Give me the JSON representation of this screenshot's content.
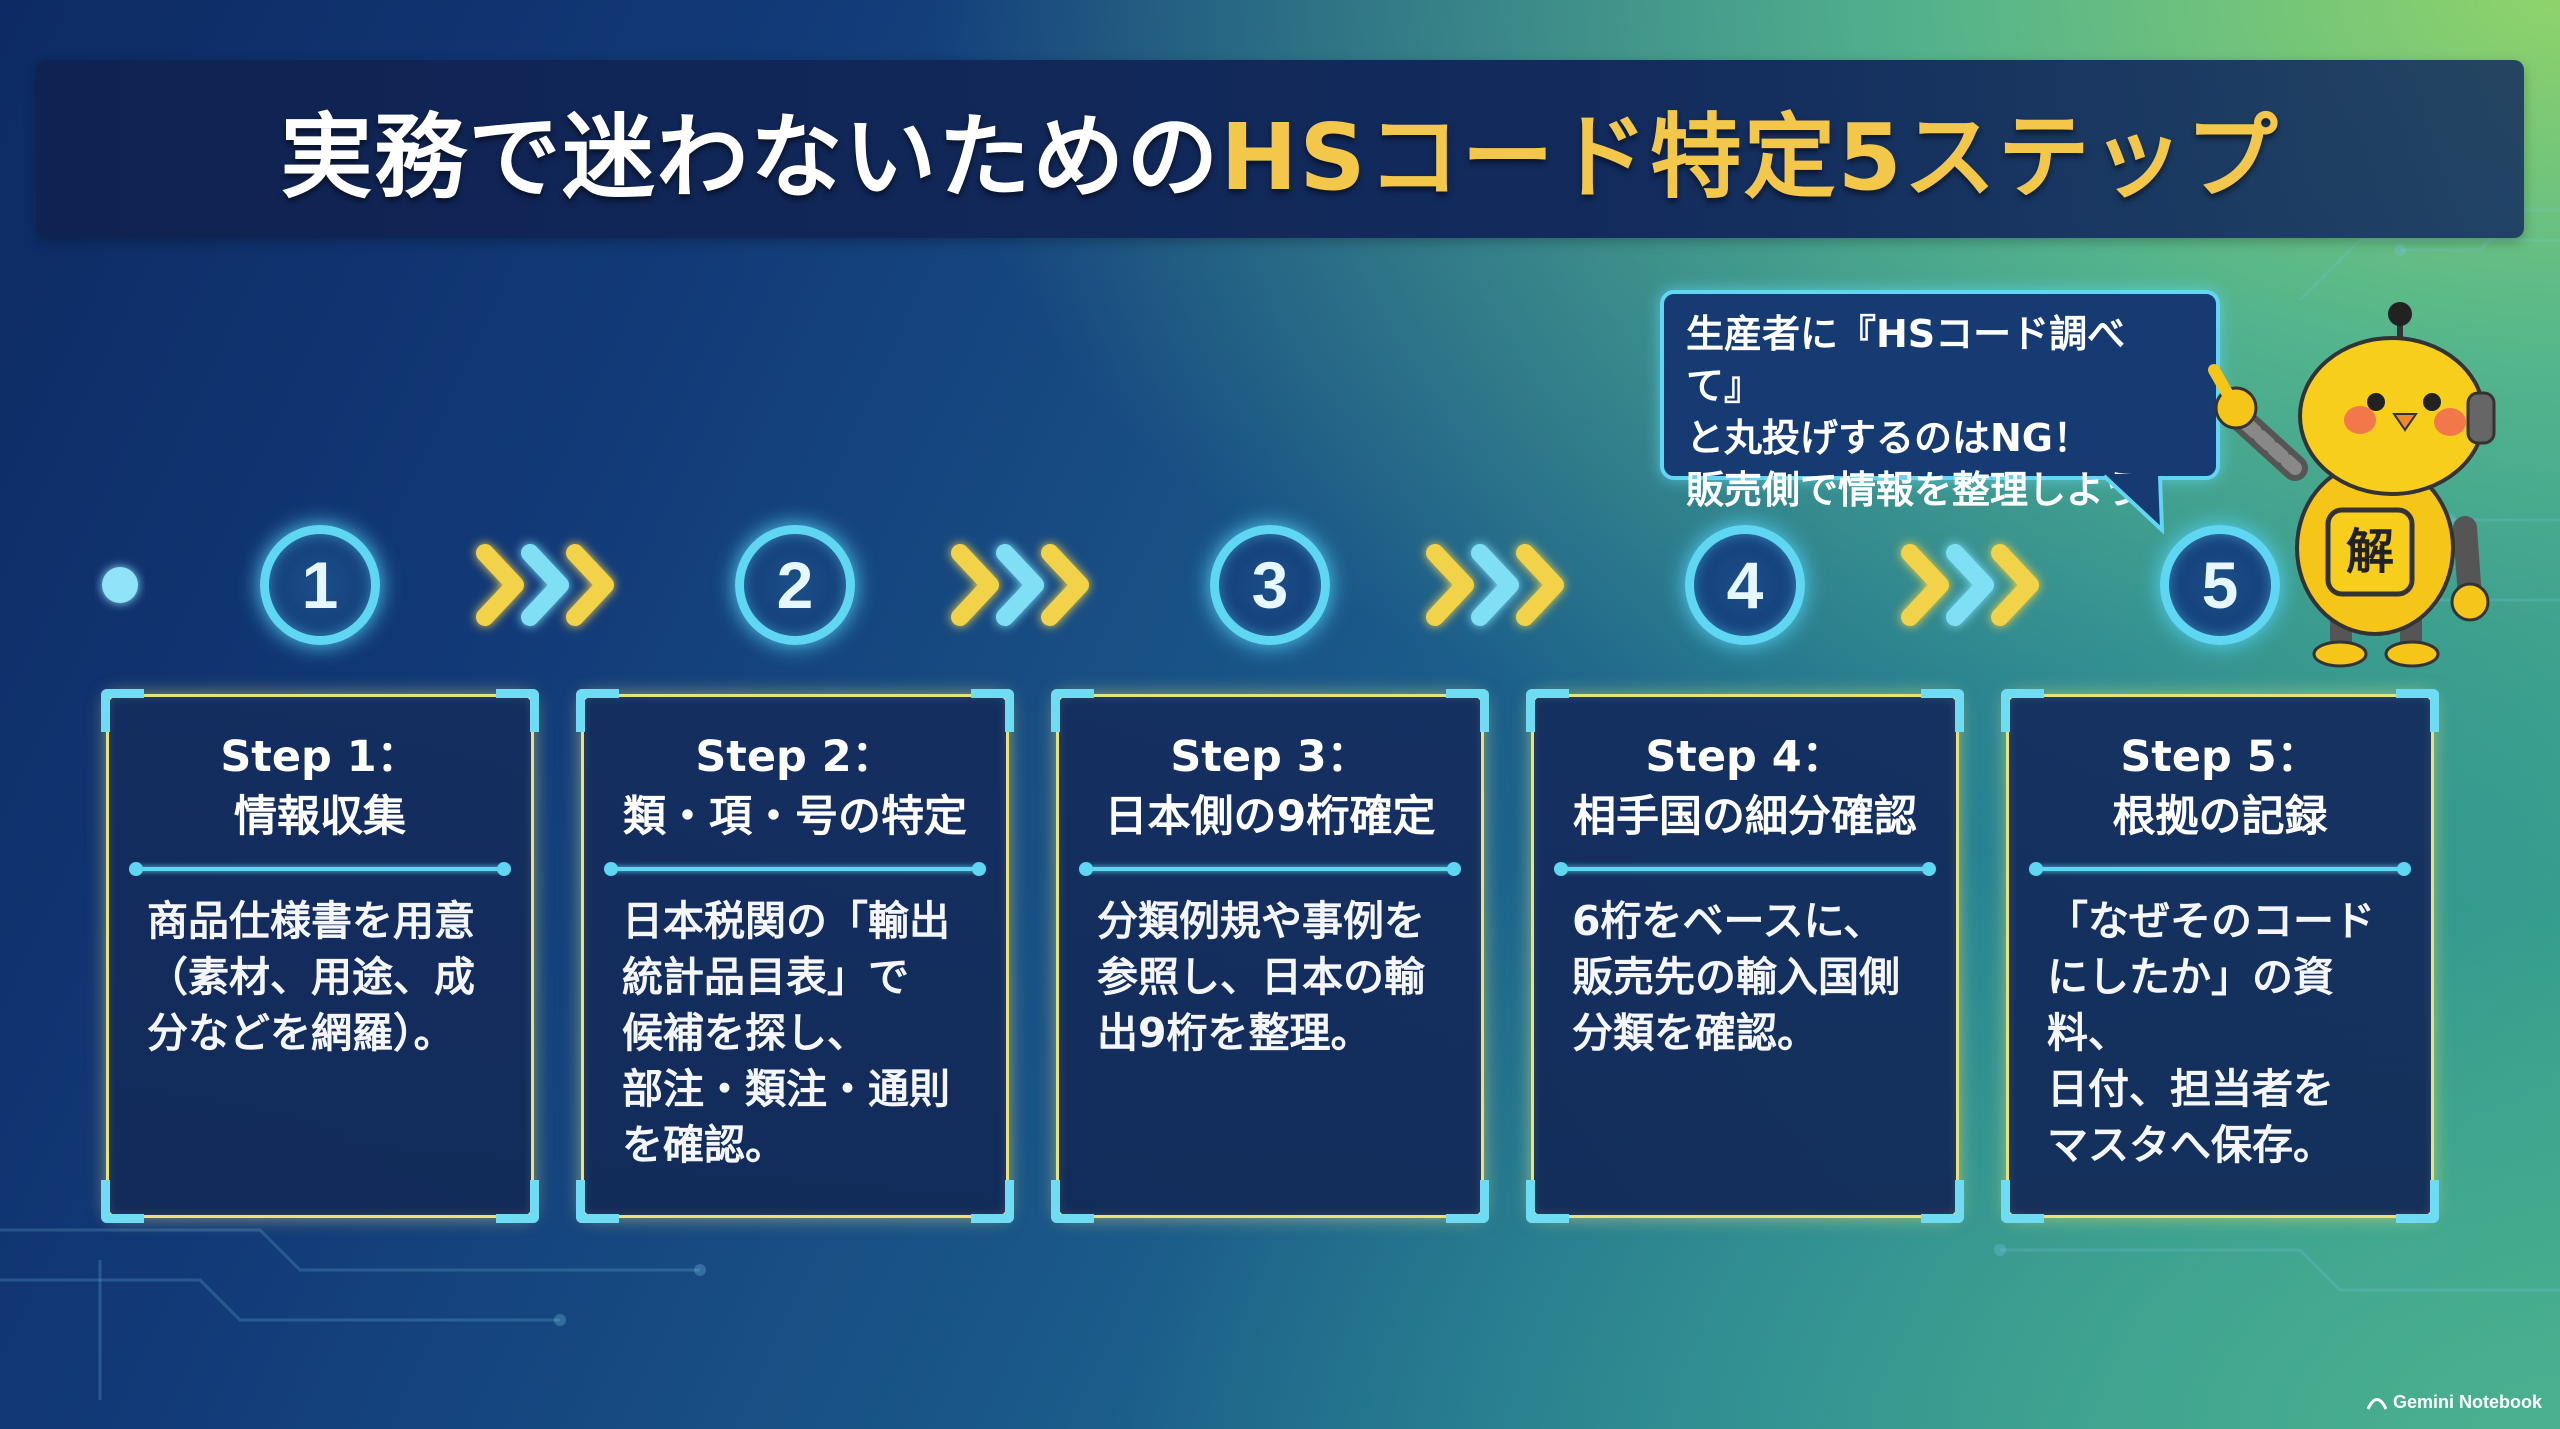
{
  "title": {
    "main": "実務で迷わないための",
    "highlight": "HSコード特定5ステップ"
  },
  "bubble": {
    "text": "生産者に『HSコード調べて』\nと丸投げするのはNG！\n販売側で情報を整理しよう。"
  },
  "mascot": {
    "badge": "解"
  },
  "steps": [
    {
      "number": "1",
      "label": "Step 1：",
      "title": "情報収集",
      "body": "商品仕様書を用意\n（素材、用途、成\n分などを網羅）。"
    },
    {
      "number": "2",
      "label": "Step 2：",
      "title": "類・項・号の特定",
      "body": "日本税関の「輸出\n統計品目表」で\n候補を探し、\n部注・類注・通則\nを確認。"
    },
    {
      "number": "3",
      "label": "Step 3：",
      "title": "日本側の9桁確定",
      "body": "分類例規や事例を\n参照し、日本の輸\n出9桁を整理。"
    },
    {
      "number": "4",
      "label": "Step 4：",
      "title": "相手国の細分確認",
      "body": "6桁をベースに、\n販売先の輸入国側\n分類を確認。"
    },
    {
      "number": "5",
      "label": "Step 5：",
      "title": "根拠の記録",
      "body": "「なぜそのコード\nにしたか」の資料、\n日付、担当者を\nマスタへ保存。"
    }
  ],
  "watermark": "Gemini Notebook",
  "colors": {
    "accent_yellow": "#f3c84a",
    "accent_cyan": "#5fd6f2",
    "card_border": "#e8e27a"
  }
}
